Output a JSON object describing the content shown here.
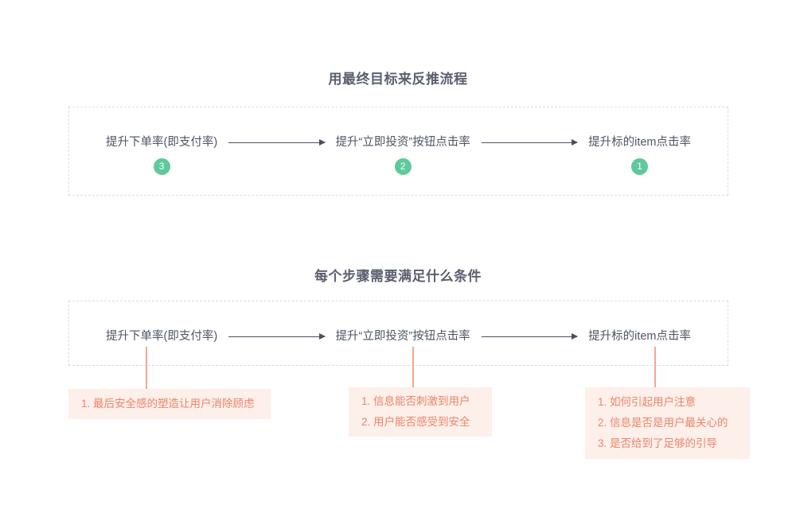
{
  "sections": [
    {
      "title": "用最终目标来反推流程",
      "flow": {
        "nodes": [
          {
            "label": "提升下单率(即支付率)",
            "badge": "3"
          },
          {
            "label": "提升“立即投资”按钮点击率",
            "badge": "2"
          },
          {
            "label": "提升标的item点击率",
            "badge": "1"
          }
        ]
      }
    },
    {
      "title": "每个步骤需要满足什么条件",
      "flow": {
        "nodes": [
          {
            "label": "提升下单率(即支付率)"
          },
          {
            "label": "提升“立即投资”按钮点击率"
          },
          {
            "label": "提升标的item点击率"
          }
        ]
      },
      "notes": [
        {
          "lines": [
            "1. 最后安全感的塑造让用户消除顾虑"
          ]
        },
        {
          "lines": [
            "1. 信息能否刺激到用户",
            "2. 用户能否感受到安全"
          ]
        },
        {
          "lines": [
            "1. 如何引起用户注意",
            "2. 信息是否是用户最关心的",
            "3. 是否给到了足够的引导"
          ]
        }
      ]
    }
  ],
  "colors": {
    "background": "#ffffff",
    "title_text": "#5a6070",
    "node_text": "#4e5566",
    "badge_fill": "#5ec99c",
    "badge_text": "#ffffff",
    "arrow": "#4a5060",
    "dashed_border": "#d9dbdf",
    "drop_line": "#f3a98e",
    "note_background": "#fdefea",
    "note_text": "#e8866a"
  }
}
